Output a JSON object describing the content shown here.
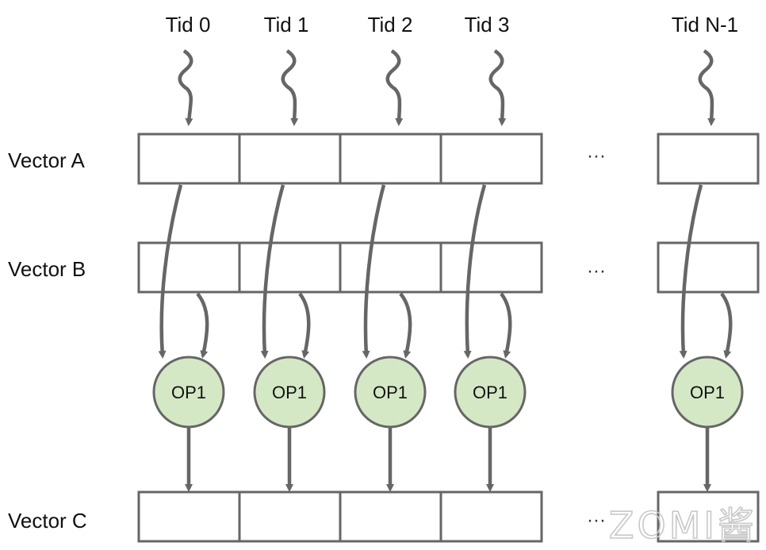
{
  "threads": [
    {
      "label": "Tid 0"
    },
    {
      "label": "Tid 1"
    },
    {
      "label": "Tid 2"
    },
    {
      "label": "Tid 3"
    },
    {
      "label": "Tid N-1"
    }
  ],
  "vectors": {
    "a": {
      "label": "Vector A"
    },
    "b": {
      "label": "Vector B"
    },
    "c": {
      "label": "Vector C"
    }
  },
  "operation": {
    "label": "OP1"
  },
  "ellipsis": "···",
  "watermark": "ZOMI酱",
  "colors": {
    "op_fill": "#d5e8c6",
    "stroke": "#666666",
    "text": "#111111"
  }
}
